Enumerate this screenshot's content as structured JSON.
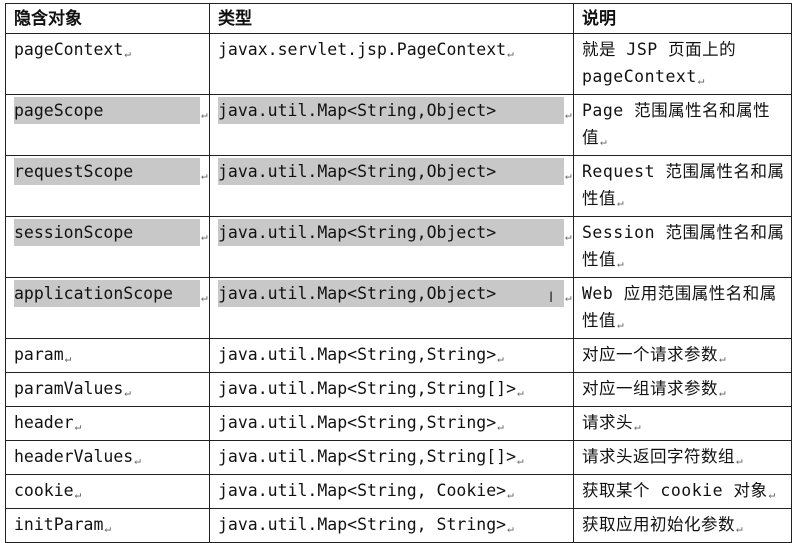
{
  "table": {
    "headers": [
      "隐含对象",
      "类型",
      "说明"
    ],
    "rows": [
      {
        "name": "pageContext",
        "type": "javax.servlet.jsp.PageContext",
        "desc": "就是 JSP 页面上的 pageContext",
        "shaded": false,
        "tall": true
      },
      {
        "name": "pageScope",
        "type": "java.util.Map<String,Object>",
        "desc": "Page 范围属性名和属性值",
        "shaded": true,
        "tall": true
      },
      {
        "name": "requestScope",
        "type": "java.util.Map<String,Object>",
        "desc": "Request 范围属性名和属性值",
        "shaded": true,
        "tall": true
      },
      {
        "name": "sessionScope",
        "type": "java.util.Map<String,Object>",
        "desc": "Session 范围属性名和属性值",
        "shaded": true,
        "tall": true
      },
      {
        "name": "applicationScope",
        "type": "java.util.Map<String,Object>",
        "desc": "Web 应用范围属性名和属性值",
        "shaded": true,
        "tall": true
      },
      {
        "name": "param",
        "type": "java.util.Map<String,String>",
        "desc": "对应一个请求参数",
        "shaded": false,
        "tall": false
      },
      {
        "name": "paramValues",
        "type": "java.util.Map<String,String[]>",
        "desc": "对应一组请求参数",
        "shaded": false,
        "tall": false
      },
      {
        "name": "header",
        "type": "java.util.Map<String,String>",
        "desc": "请求头",
        "shaded": false,
        "tall": false
      },
      {
        "name": "headerValues",
        "type": "java.util.Map<String,String[]>",
        "desc": "请求头返回字符数组",
        "shaded": false,
        "tall": false
      },
      {
        "name": "cookie",
        "type": "java.util.Map<String, Cookie>",
        "desc": "获取某个 cookie 对象",
        "shaded": false,
        "tall": false
      },
      {
        "name": "initParam",
        "type": "java.util.Map<String, String>",
        "desc": "获取应用初始化参数",
        "shaded": false,
        "tall": false
      }
    ]
  },
  "paragraph_mark": "↵"
}
